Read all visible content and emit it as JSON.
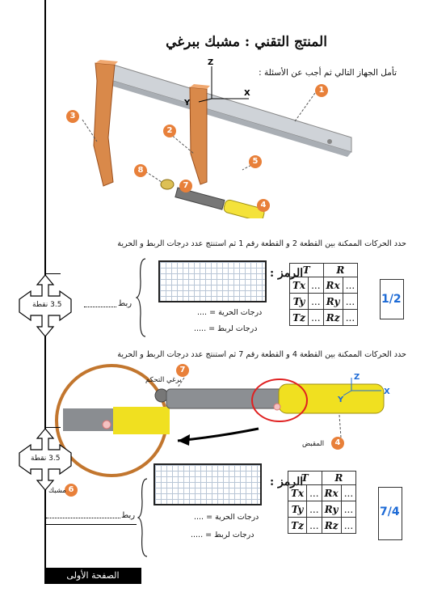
{
  "header": {
    "title": "المنتج التقني : مشبك ببرغي",
    "intro": "تأمل الجهاز التالي ثم أجب عن الأسئلة :"
  },
  "figure1": {
    "axes": [
      "Z",
      "Y",
      "X"
    ],
    "badges": [
      "1",
      "2",
      "3",
      "4",
      "5",
      "7",
      "8"
    ]
  },
  "q1": {
    "text": "حدد الحركات الممكنة بين القطعة 2 و القطعة رقم 1 ثم استنتج عدد درجات الربط و الحرية",
    "ramz": "الرمز :",
    "freedom": "درجات الحرية = ....",
    "link": "درجات لربط = .....",
    "rabt": "ربط",
    "points": "3.5 نقطة",
    "score": "1/2",
    "table": {
      "headers": [
        "T",
        "R"
      ],
      "rows": [
        {
          "t": "Tx",
          "tv": "...",
          "r": "Rx",
          "rv": "..."
        },
        {
          "t": "Ty",
          "tv": "...",
          "r": "Ry",
          "rv": "..."
        },
        {
          "t": "Tz",
          "tv": "...",
          "r": "Rz",
          "rv": "..."
        }
      ]
    }
  },
  "q2": {
    "text": "حدد الحركات الممكنة بين القطعة 4 و القطعة رقم 7 ثم استنتج عدد درجات الربط و الحرية",
    "label7": "برغي التحكم",
    "label4": "المقبض",
    "label6": "مشبك",
    "badges": [
      "7",
      "4",
      "6"
    ],
    "axes": [
      "Z",
      "Y",
      "X"
    ],
    "ramz": "الرمز :",
    "freedom": "درجات الحرية = ....",
    "link": "درجات لربط = .....",
    "rabt": "ربط",
    "points": "3.5 نقطة",
    "score": "7/4",
    "table": {
      "headers": [
        "T",
        "R"
      ],
      "rows": [
        {
          "t": "Tx",
          "tv": "...",
          "r": "Rx",
          "rv": "..."
        },
        {
          "t": "Ty",
          "tv": "...",
          "r": "Ry",
          "rv": "..."
        },
        {
          "t": "Tz",
          "tv": "...",
          "r": "Rz",
          "rv": "..."
        }
      ]
    }
  },
  "footer": {
    "page": "الصفحة الأولى"
  }
}
